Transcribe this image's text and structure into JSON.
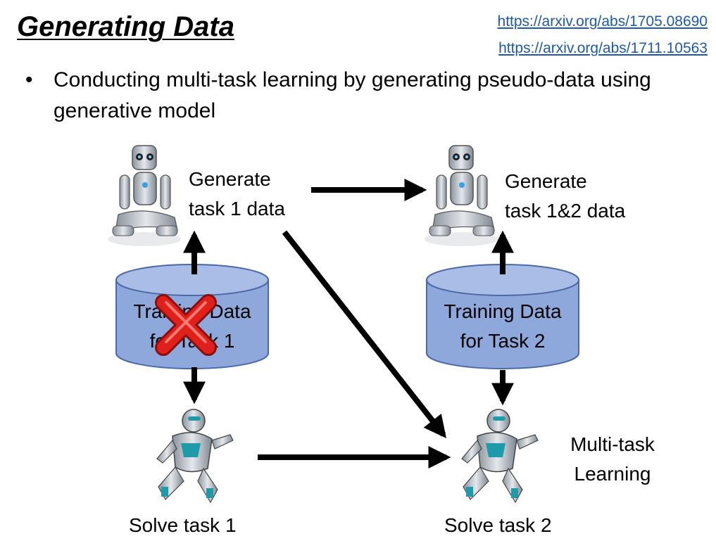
{
  "slide": {
    "title": "Generating Data",
    "links": [
      "https://arxiv.org/abs/1705.08690",
      "https://arxiv.org/abs/1711.10563"
    ],
    "bullet": "Conducting multi-task learning by generating pseudo-data using generative model"
  },
  "diagram": {
    "generator_1": {
      "line1": "Generate",
      "line2": "task 1 data"
    },
    "generator_2": {
      "line1": "Generate",
      "line2": "task 1&2 data"
    },
    "db_1": {
      "line1": "Training Data",
      "line2": "for Task 1",
      "crossed_out": true
    },
    "db_2": {
      "line1": "Training Data",
      "line2": "for Task 2"
    },
    "solver_1": {
      "label": "Solve task 1"
    },
    "solver_2": {
      "label": "Solve task 2"
    },
    "multitask": {
      "line1": "Multi-task",
      "line2": "Learning"
    },
    "colors": {
      "db_fill": "#8fa8dc",
      "db_stroke": "#4a69a8",
      "cross": "#e0201b",
      "robot_body": "#bcc3cc",
      "solver_accent": "#1e9aa8"
    }
  }
}
